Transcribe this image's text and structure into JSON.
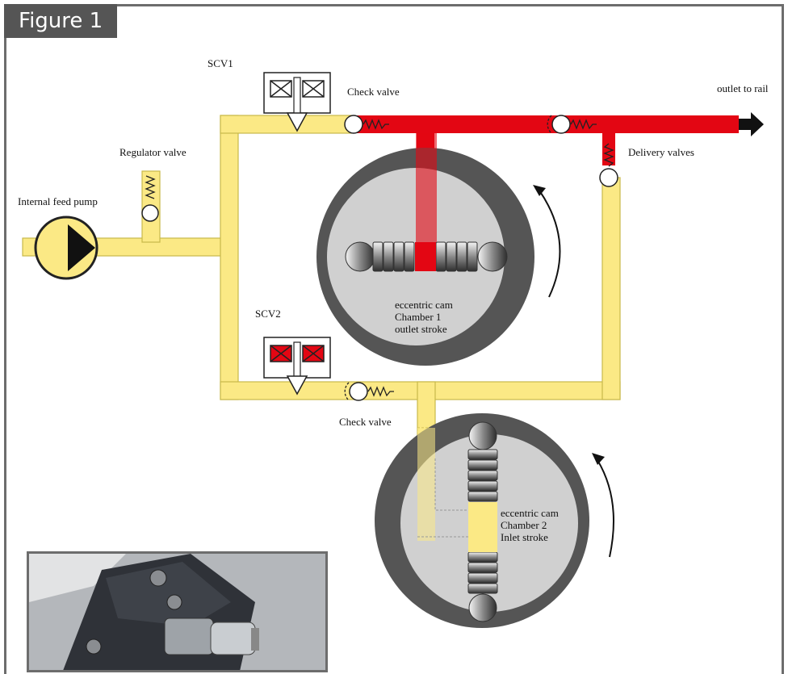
{
  "figure": {
    "tab_label": "Figure 1"
  },
  "labels": {
    "scv1": "SCV1",
    "scv2": "SCV2",
    "check_valve_top": "Check valve",
    "check_valve_bottom": "Check valve",
    "outlet": "outlet to rail",
    "regulator": "Regulator valve",
    "feed_pump": "Internal feed pump",
    "delivery": "Delivery valves",
    "cam1": [
      "eccentric cam",
      "Chamber 1",
      "outlet stroke"
    ],
    "cam2": [
      "eccentric cam",
      "Chamber 2",
      "Inlet stroke"
    ]
  },
  "colors": {
    "fuel_low": "#fbe985",
    "fuel_low_stroke": "#c9b94a",
    "fuel_high": "#e30613",
    "cam_ring": "#555555",
    "cam_body": "#d0d0d0",
    "frame": "#6d6d6d"
  }
}
